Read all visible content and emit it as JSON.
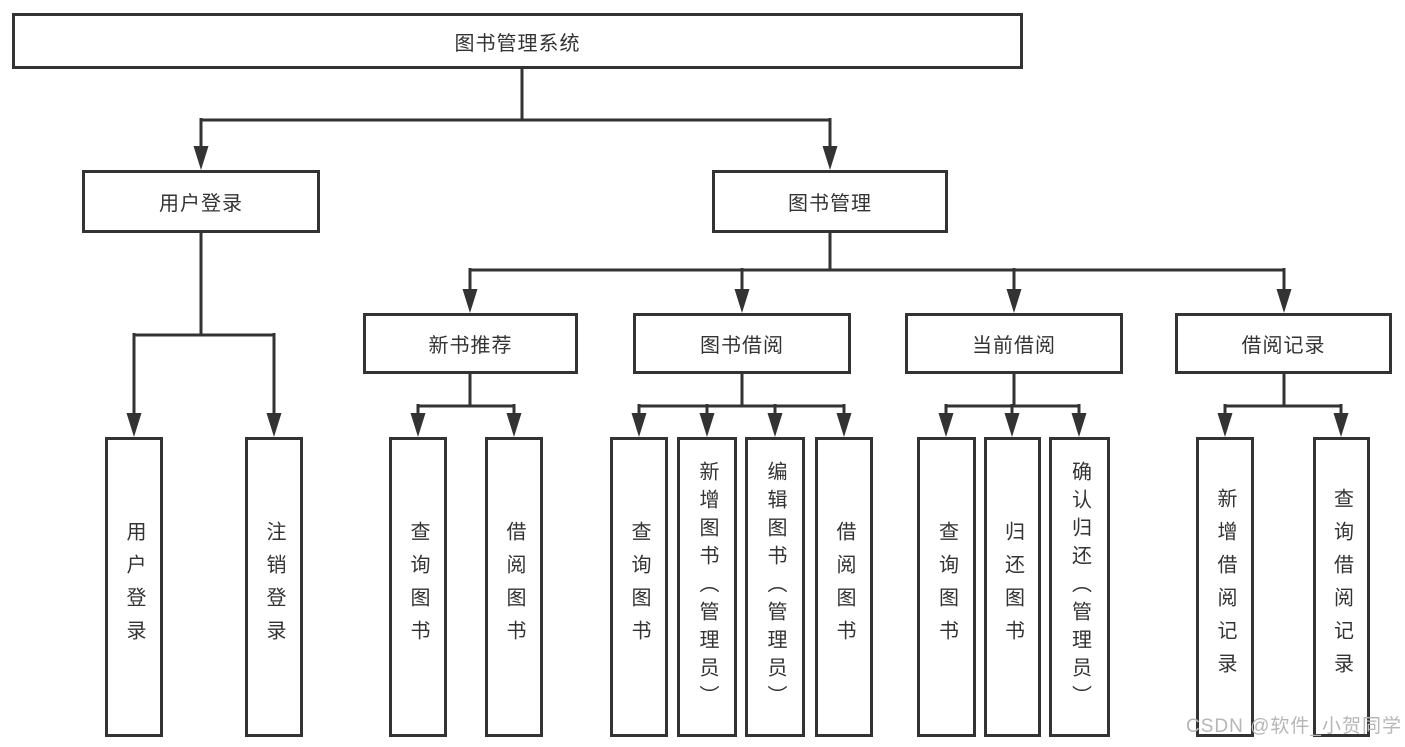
{
  "diagram": {
    "root": {
      "label": "图书管理系统"
    },
    "user_branch": {
      "label": "用户登录",
      "children": [
        {
          "label": "用户登录"
        },
        {
          "label": "注销登录"
        }
      ]
    },
    "book_branch": {
      "label": "图书管理",
      "groups": [
        {
          "label": "新书推荐",
          "children": [
            {
              "label": "查询图书"
            },
            {
              "label": "借阅图书"
            }
          ]
        },
        {
          "label": "图书借阅",
          "children": [
            {
              "label": "查询图书"
            },
            {
              "label": "新增图书（管理员）"
            },
            {
              "label": "编辑图书（管理员）"
            },
            {
              "label": "借阅图书"
            }
          ]
        },
        {
          "label": "当前借阅",
          "children": [
            {
              "label": "查询图书"
            },
            {
              "label": "归还图书"
            },
            {
              "label": "确认归还（管理员）"
            }
          ]
        },
        {
          "label": "借阅记录",
          "children": [
            {
              "label": "新增借阅记录"
            },
            {
              "label": "查询借阅记录"
            }
          ]
        }
      ]
    },
    "watermark": "CSDN @软件_小贺同学",
    "colors": {
      "line": "#333333",
      "text": "#333333",
      "background": "#ffffff",
      "watermark": "#b6b6b6"
    }
  }
}
